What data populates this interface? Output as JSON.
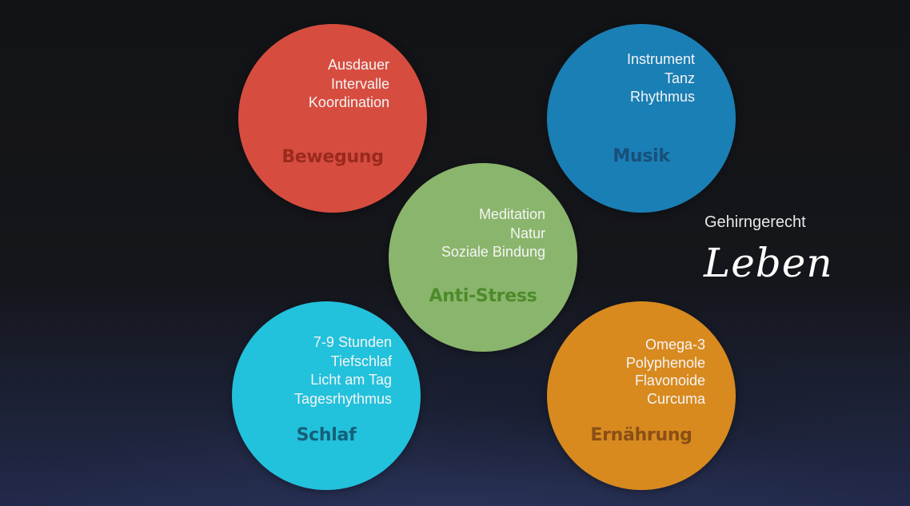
{
  "circles": {
    "bewegung": {
      "title": "Bewegung",
      "items": [
        "Ausdauer",
        "Intervalle",
        "Koordination"
      ],
      "color": "#d64d3f",
      "title_color": "#9b2a1c"
    },
    "musik": {
      "title": "Musik",
      "items": [
        "Instrument",
        "Tanz",
        "Rhythmus"
      ],
      "color": "#1a7fb5",
      "title_color": "#17507a"
    },
    "anti_stress": {
      "title": "Anti-Stress",
      "items": [
        "Meditation",
        "Natur",
        "Soziale Bindung"
      ],
      "color": "#8ab56c",
      "title_color": "#4d8b2a"
    },
    "schlaf": {
      "title": "Schlaf",
      "items": [
        "7-9 Stunden",
        "Tiefschlaf",
        "Licht am Tag",
        "Tagesrhythmus"
      ],
      "color": "#22c1dc",
      "title_color": "#155f78"
    },
    "ernaehrung": {
      "title": "Ernährung",
      "items": [
        "Omega-3",
        "Polyphenole",
        "Flavonoide",
        "Curcuma"
      ],
      "color": "#d88a1f",
      "title_color": "#8a4f14"
    }
  },
  "heading": {
    "subtitle": "Gehirngerecht",
    "title": "Leben"
  }
}
